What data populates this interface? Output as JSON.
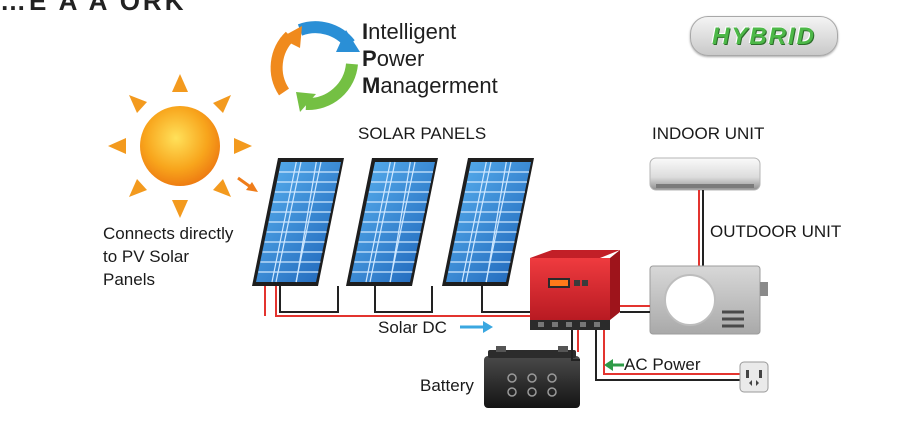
{
  "header": {
    "top_cut_text": "…E A A ORK"
  },
  "brand": {
    "line1_initial": "I",
    "line1_rest": "ntelligent",
    "line2_initial": "P",
    "line2_rest": "ower",
    "line3_initial": "M",
    "line3_rest": "anagerment",
    "badge": "HYBRID"
  },
  "labels": {
    "solar_panels": "SOLAR PANELS",
    "indoor_unit": "INDOOR UNIT",
    "outdoor_unit": "OUTDOOR  UNIT",
    "connects_line1": "Connects directly",
    "connects_line2": "to PV Solar",
    "connects_line3": "Panels",
    "solar_dc": "Solar DC",
    "ac_power": "AC Power",
    "battery": "Battery"
  },
  "colors": {
    "wire_red": "#e3342f",
    "wire_black": "#222222",
    "panel_blue": "#2a7fd0",
    "inverter_red": "#d9262e",
    "arrow_blue": "#3aa7e0",
    "arrow_green": "#2e9b47"
  }
}
